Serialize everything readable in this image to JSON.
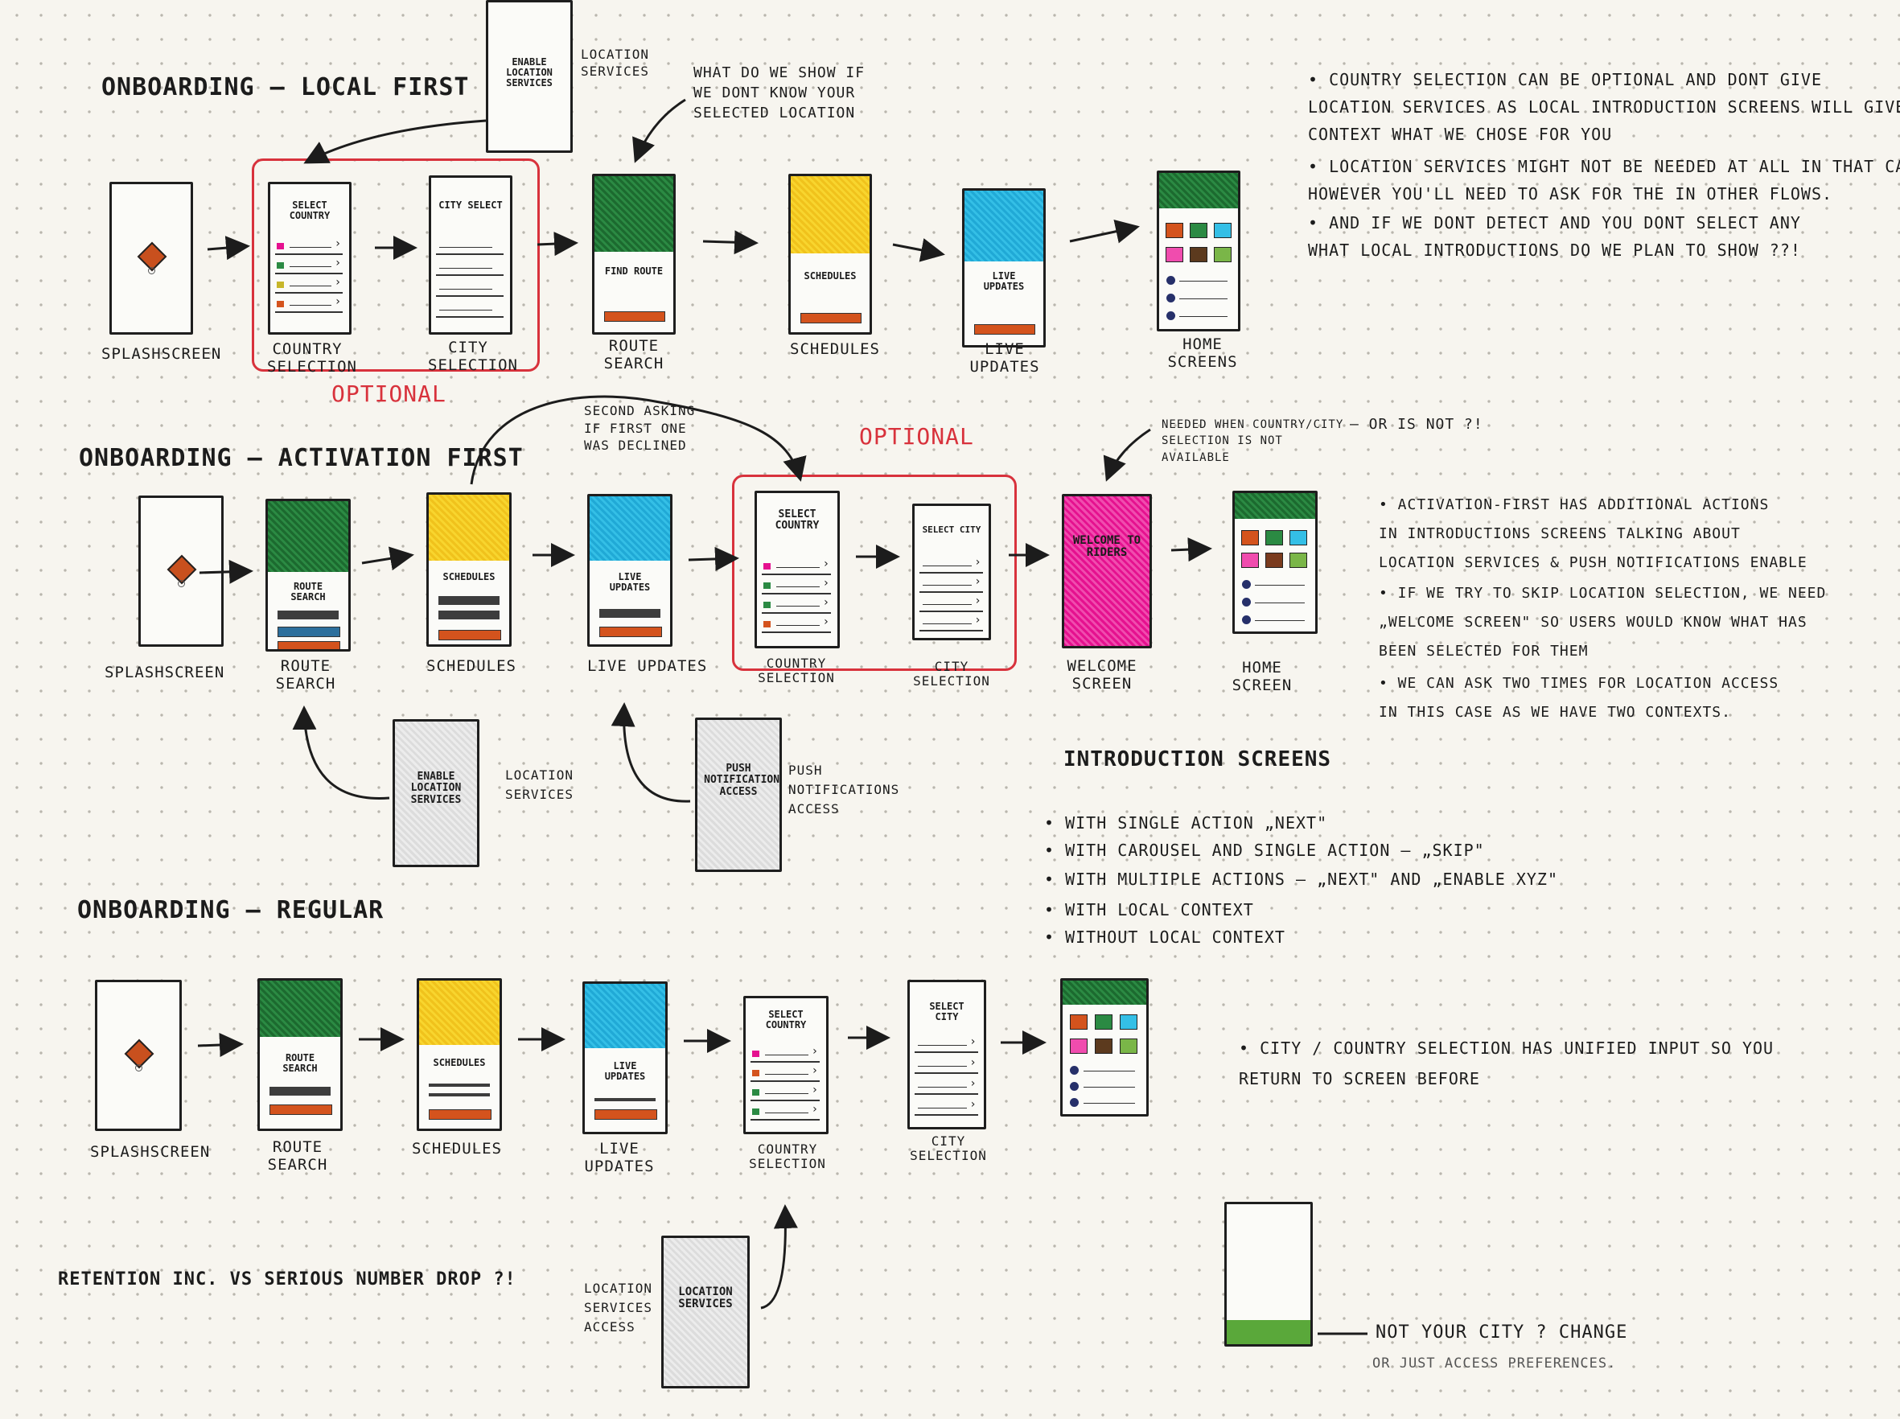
{
  "sections": {
    "local_first": "ONBOARDING — LOCAL FIRST",
    "activation_first": "ONBOARDING — ACTIVATION FIRST",
    "regular": "ONBOARDING — REGULAR"
  },
  "optional": [
    "OPTIONAL",
    "OPTIONAL"
  ],
  "labels": {
    "r1": [
      "SPLASHSCREEN",
      "COUNTRY SELECTION",
      "CITY SELECTION",
      "ROUTE SEARCH",
      "SCHEDULES",
      "LIVE UPDATES",
      "HOME SCREENS"
    ],
    "r2": [
      "SPLASHSCREEN",
      "ROUTE SEARCH",
      "SCHEDULES",
      "LIVE UPDATES",
      "COUNTRY SELECTION",
      "CITY SELECTION",
      "WELCOME SCREEN",
      "HOME SCREEN"
    ],
    "r3": [
      "SPLASHSCREEN",
      "ROUTE SEARCH",
      "SCHEDULES",
      "LIVE UPDATES",
      "COUNTRY SELECTION",
      "CITY SELECTION"
    ]
  },
  "screen_text": {
    "enable_location": "ENABLE LOCATION SERVICES",
    "location_services": "LOCATION SERVICES",
    "push_notifications": "PUSH NOTIFICATION ACCESS",
    "push_access_label": "PUSH NOTIFICATIONS ACCESS",
    "location_services_access": "LOCATION SERVICES ACCESS",
    "select_country": "SELECT COUNTRY",
    "select_city": "SELECT CITY",
    "city_select": "CITY SELECT",
    "find_route": "FIND ROUTE",
    "route_search": "ROUTE SEARCH",
    "schedules": "SCHEDULES",
    "schedule_list": "SCHEDULES",
    "live_updates": "LIVE UPDATES",
    "welcome": "WELCOME TO RIDERS"
  },
  "annotations": {
    "what_show": "WHAT DO WE SHOW IF WE DONT KNOW YOUR SELECTED LOCATION",
    "second_asking": "SECOND ASKING IF FIRST ONE WAS DECLINED",
    "needed_when": "NEEDED WHEN COUNTRY/CITY SELECTION IS NOT AVAILABLE",
    "or_is_not": "— OR IS NOT ?!",
    "retention": "RETENTION INC. VS SERIOUS NUMBER DROP ?!",
    "not_your_city": "NOT YOUR CITY ?   CHANGE",
    "or_just": "OR JUST ACCESS PREFERENCES."
  },
  "notes_local": [
    "• COUNTRY SELECTION CAN BE OPTIONAL AND DONT GIVE",
    "  LOCATION SERVICES AS LOCAL INTRODUCTION SCREENS WILL GIVE",
    "  CONTEXT WHAT WE CHOSE FOR YOU",
    "• LOCATION SERVICES MIGHT NOT BE NEEDED AT ALL IN THAT CASE",
    "  HOWEVER YOU'LL NEED TO ASK FOR THE IN OTHER FLOWS.",
    "• AND IF WE DONT DETECT AND YOU DONT SELECT ANY",
    "  WHAT LOCAL INTRODUCTIONS DO WE PLAN TO SHOW ??!"
  ],
  "notes_activation": [
    "• ACTIVATION-FIRST HAS ADDITIONAL ACTIONS",
    "  IN INTRODUCTIONS SCREENS TALKING ABOUT",
    "  LOCATION SERVICES & PUSH NOTIFICATIONS ENABLE",
    "• IF WE TRY TO SKIP LOCATION SELECTION, WE NEED",
    "  „WELCOME SCREEN\" SO USERS WOULD KNOW WHAT HAS",
    "  BEEN SELECTED FOR THEM",
    "• WE CAN ASK TWO TIMES FOR LOCATION ACCESS",
    "  IN THIS CASE AS WE HAVE TWO CONTEXTS."
  ],
  "intro_title": "INTRODUCTION SCREENS",
  "intro_items": [
    "• WITH SINGLE ACTION „NEXT\"",
    "• WITH CAROUSEL AND SINGLE ACTION — „SKIP\"",
    "• WITH MULTIPLE ACTIONS — „NEXT\" AND „ENABLE XYZ\"",
    "• WITH LOCAL CONTEXT",
    "• WITHOUT LOCAL CONTEXT"
  ],
  "notes_regular": [
    "• CITY / COUNTRY SELECTION HAS UNIFIED INPUT SO YOU",
    "  RETURN TO SCREEN BEFORE"
  ],
  "colors": {
    "green": "#2b8a43",
    "yellow": "#f8d52e",
    "blue": "#34bfe6",
    "pink": "#f04cae",
    "orange": "#d4531d",
    "optional_red": "#d8323c"
  }
}
